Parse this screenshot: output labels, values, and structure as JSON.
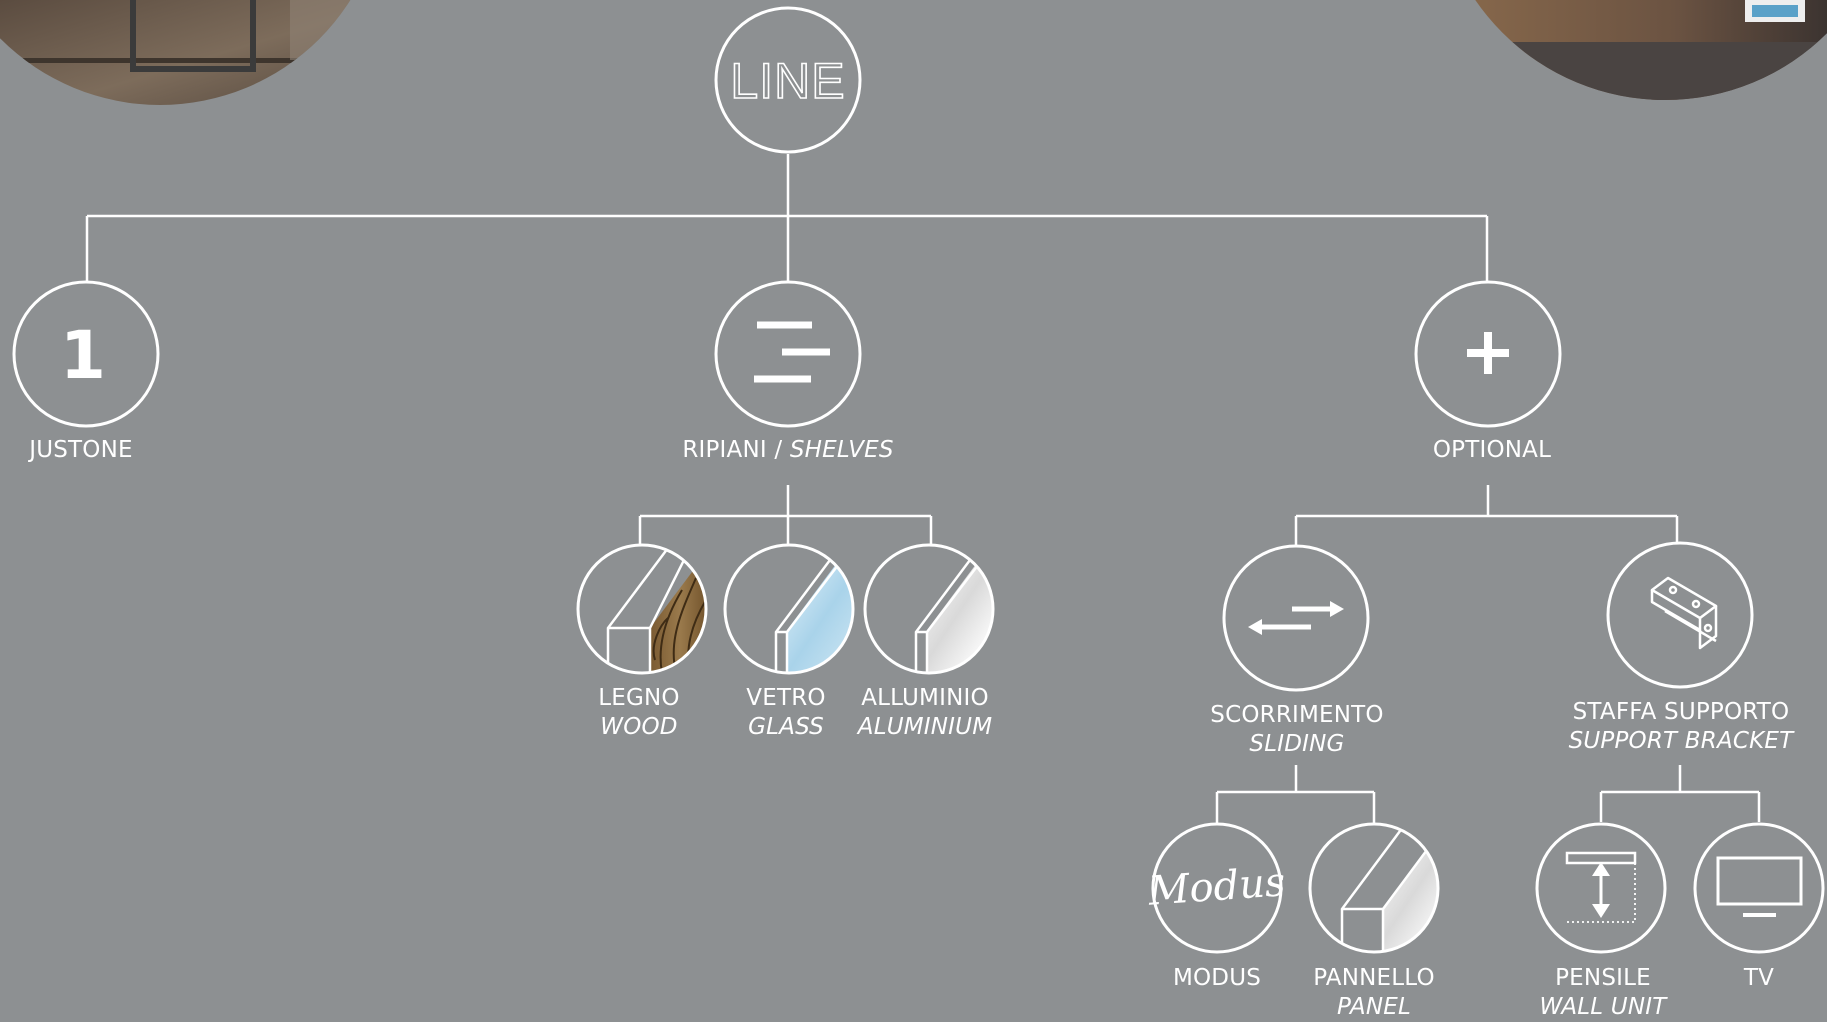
{
  "root": {
    "logo_text": "LINE"
  },
  "level1": [
    {
      "icon": "number-one-icon",
      "glyph": "1",
      "label": "JUSTONE"
    },
    {
      "icon": "shelves-icon",
      "label": "RIPIANI / ",
      "label_italic": "SHELVES"
    },
    {
      "icon": "plus-icon",
      "glyph": "+",
      "label": "OPTIONAL"
    }
  ],
  "shelves": [
    {
      "icon": "wood-material-icon",
      "label": "LEGNO",
      "label_italic": "WOOD"
    },
    {
      "icon": "glass-material-icon",
      "label": "VETRO",
      "label_italic": "GLASS"
    },
    {
      "icon": "aluminium-material-icon",
      "label": "ALLUMINIO",
      "label_italic": "ALUMINIUM"
    }
  ],
  "optional": [
    {
      "icon": "sliding-arrows-icon",
      "label": "SCORRIMENTO",
      "label_italic": "SLIDING"
    },
    {
      "icon": "support-bracket-icon",
      "label": "STAFFA SUPPORTO",
      "label_italic": "SUPPORT BRACKET"
    }
  ],
  "sliding": [
    {
      "icon": "modus-logo-icon",
      "logo_text": "Modus",
      "label": "MODUS"
    },
    {
      "icon": "panel-material-icon",
      "label": "PANNELLO",
      "label_italic": "PANEL"
    }
  ],
  "bracket": [
    {
      "icon": "wall-unit-icon",
      "label": "PENSILE",
      "label_italic": "WALL UNIT"
    },
    {
      "icon": "tv-icon",
      "label": "TV"
    }
  ],
  "colors": {
    "background": "#8d9092",
    "line": "#ffffff",
    "wood": "#8a6a3e",
    "glass": "#a9d3ea"
  }
}
